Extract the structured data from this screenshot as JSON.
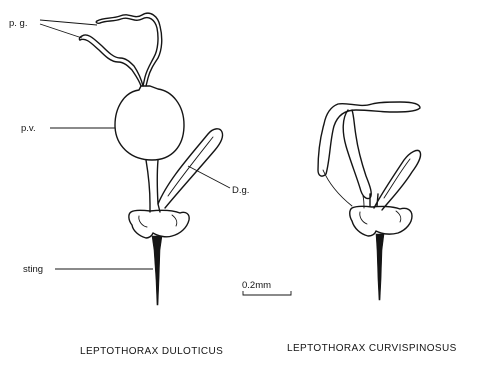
{
  "labels": {
    "pg": "p. g.",
    "pv": "p.v.",
    "dg": "D.g.",
    "sting": "sting"
  },
  "scale_bar": {
    "label": "0.2mm"
  },
  "species": {
    "left": "LEPTOTHORAX DULOTICUS",
    "right": "LEPTOTHORAX CURVISPINOSUS"
  }
}
